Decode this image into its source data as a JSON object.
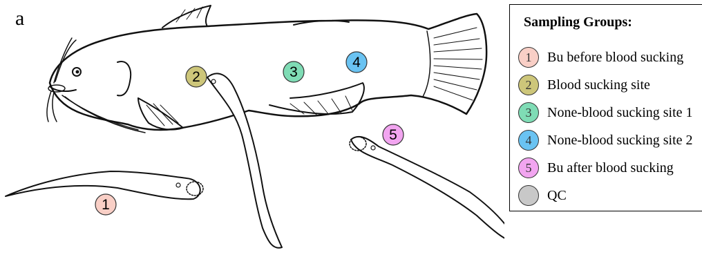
{
  "panel_label": "a",
  "groups": [
    {
      "number": "1",
      "label": "Bu before blood sucking",
      "color": "#f9cfc6"
    },
    {
      "number": "2",
      "label": "Blood sucking site",
      "color": "#cdc67a"
    },
    {
      "number": "3",
      "label": "None-blood sucking site 1",
      "color": "#7fdcb5"
    },
    {
      "number": "4",
      "label": "None-blood sucking site 2",
      "color": "#6ac3f2"
    },
    {
      "number": "5",
      "label": "Bu after blood sucking",
      "color": "#f2a5f0"
    },
    {
      "number": "",
      "label": "QC",
      "color": "#c8c8c8"
    }
  ],
  "legend": {
    "title": "Sampling Groups:"
  }
}
